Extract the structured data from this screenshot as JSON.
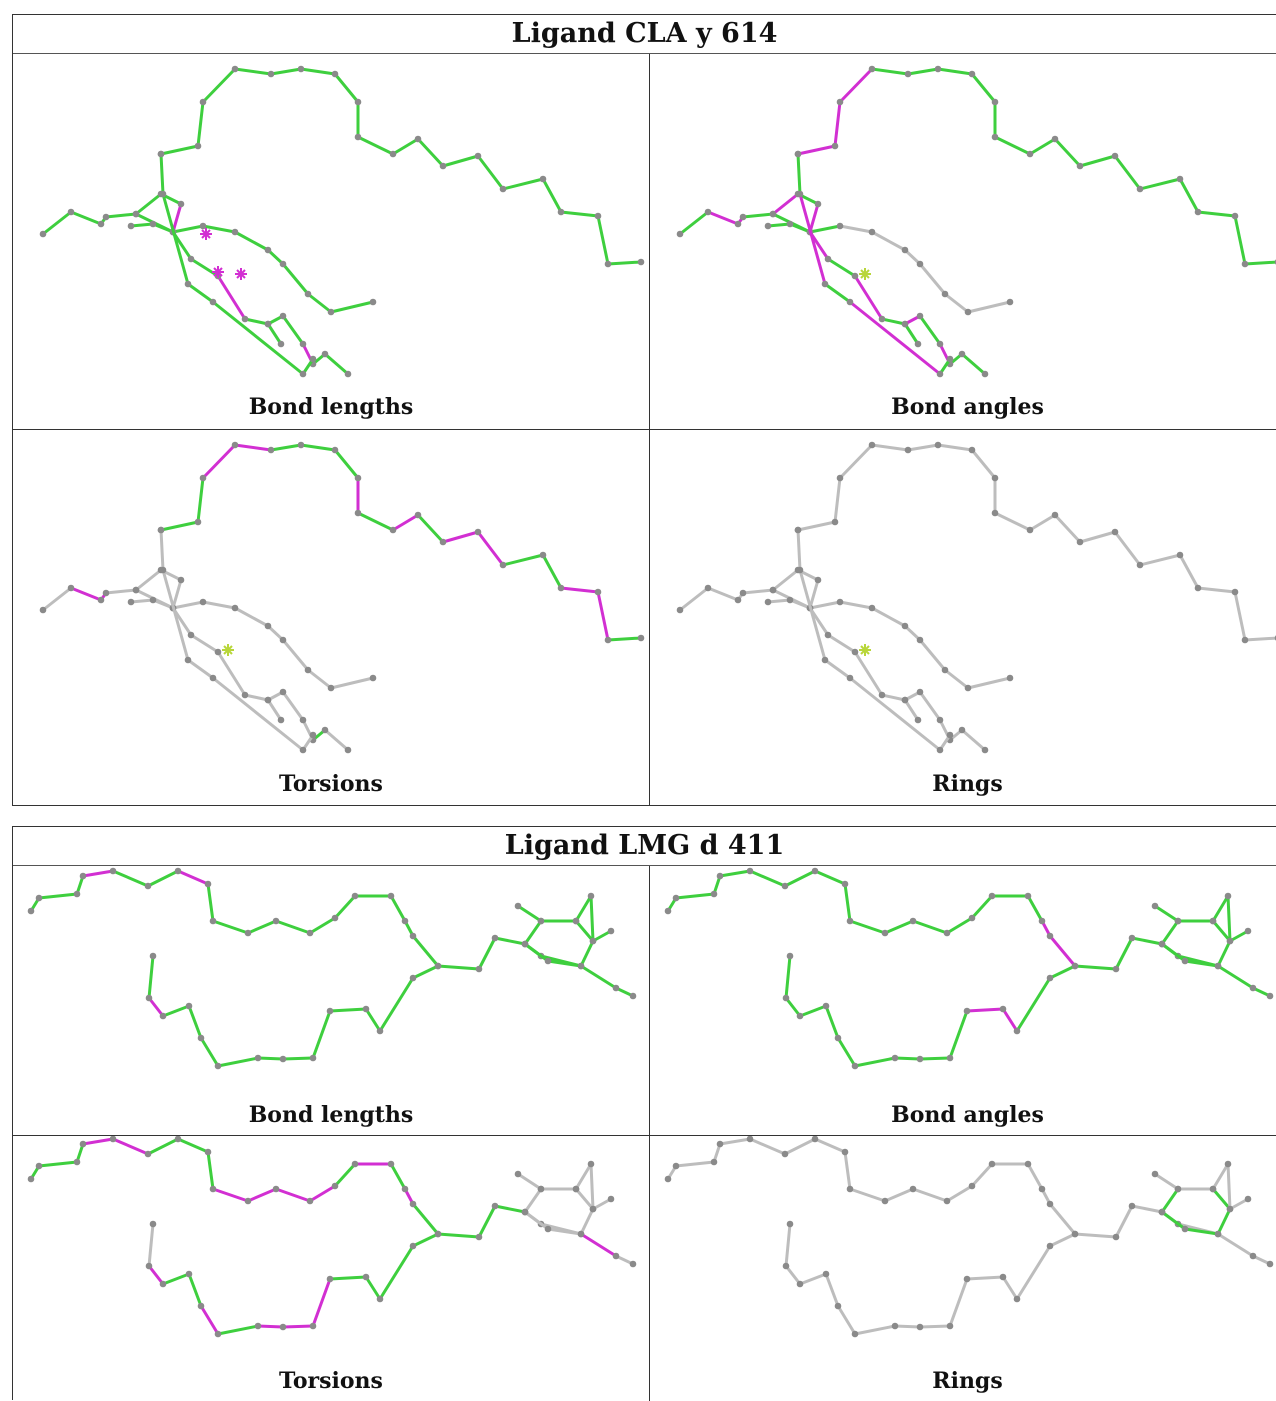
{
  "ligands": [
    {
      "title": "Ligand CLA y 614",
      "panels": [
        {
          "caption": "Bond lengths"
        },
        {
          "caption": "Bond angles"
        },
        {
          "caption": "Torsions"
        },
        {
          "caption": "Rings"
        }
      ]
    },
    {
      "title": "Ligand LMG d 411",
      "panels": [
        {
          "caption": "Bond lengths"
        },
        {
          "caption": "Bond angles"
        },
        {
          "caption": "Torsions"
        },
        {
          "caption": "Rings"
        }
      ]
    }
  ],
  "colors": {
    "ok_bond": "#3ecf3e",
    "outlier_bond": "#d22fd2",
    "not_assessed_bond": "#bdbdbd",
    "atom": "#8a8a8a",
    "metal_marker": "#b8d63a"
  }
}
